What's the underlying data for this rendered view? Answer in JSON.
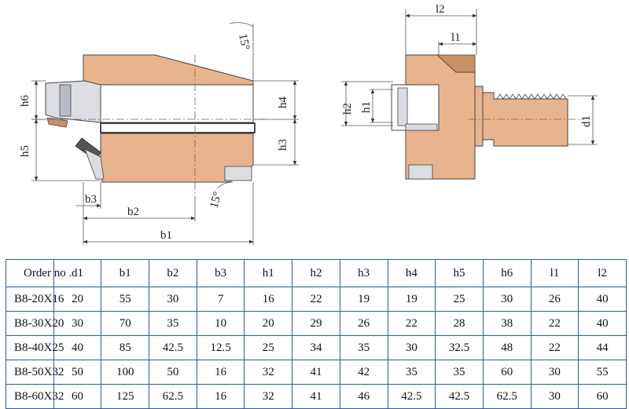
{
  "dimension_labels": {
    "angle_top": "15°",
    "angle_bottom": "15°",
    "h6": "h6",
    "h5": "h5",
    "h4": "h4",
    "h3": "h3",
    "b3": "b3",
    "b2": "b2",
    "b1": "b1",
    "l2": "l2",
    "l1": "l1",
    "h2": "h2",
    "h1": "h1",
    "d1": "d1"
  },
  "colors": {
    "body": "#e8b48e",
    "body_shade": "#c98f65",
    "insert": "#dcdde2",
    "table_border": "#2c5aa0"
  },
  "table": {
    "headers": [
      "Order no .",
      "d1",
      "b1",
      "b2",
      "b3",
      "h1",
      "h2",
      "h3",
      "h4",
      "h5",
      "h6",
      "l1",
      "l2"
    ],
    "rows": [
      [
        "B8-20X16",
        "20",
        "55",
        "30",
        "7",
        "16",
        "22",
        "19",
        "19",
        "25",
        "30",
        "26",
        "40"
      ],
      [
        "B8-30X20",
        "30",
        "70",
        "35",
        "10",
        "20",
        "29",
        "26",
        "22",
        "28",
        "38",
        "22",
        "40"
      ],
      [
        "B8-40X25",
        "40",
        "85",
        "42.5",
        "12.5",
        "25",
        "34",
        "35",
        "30",
        "32.5",
        "48",
        "22",
        "44"
      ],
      [
        "B8-50X32",
        "50",
        "100",
        "50",
        "16",
        "32",
        "41",
        "42",
        "35",
        "35",
        "60",
        "30",
        "55"
      ],
      [
        "B8-60X32",
        "60",
        "125",
        "62.5",
        "16",
        "32",
        "41",
        "46",
        "42.5",
        "42.5",
        "62.5",
        "30",
        "60"
      ]
    ]
  }
}
